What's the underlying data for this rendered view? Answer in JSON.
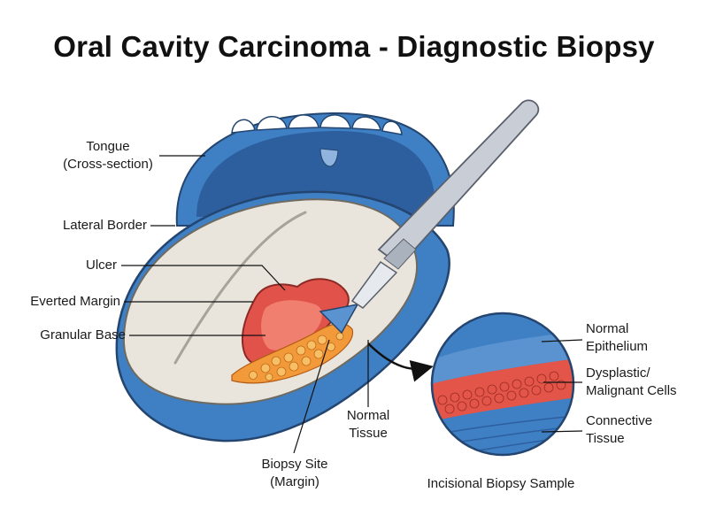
{
  "title": "Oral Cavity Carcinoma - Diagnostic Biopsy",
  "labels": {
    "tongue_line1": "Tongue",
    "tongue_line2": "(Cross-section)",
    "lateral_border": "Lateral Border",
    "ulcer": "Ulcer",
    "everted_margin": "Everted Margin",
    "granular_base": "Granular Base",
    "normal_tissue_line1": "Normal",
    "normal_tissue_line2": "Tissue",
    "biopsy_site_line1": "Biopsy Site",
    "biopsy_site_line2": "(Margin)",
    "normal_epithelium_line1": "Normal",
    "normal_epithelium_line2": "Epithelium",
    "dysplastic_line1": "Dysplastic/",
    "dysplastic_line2": "Malignant Cells",
    "connective_line1": "Connective",
    "connective_line2": "Tissue",
    "sample_caption": "Incisional Biopsy Sample"
  },
  "colors": {
    "mouth_blue": "#3f7fc4",
    "tongue_cream": "#e9e5dc",
    "ulcer_red": "#e0524a",
    "granular_orange": "#f29a3a",
    "dysplastic_red": "#e25548",
    "epithelium_blue": "#5b93d1"
  }
}
